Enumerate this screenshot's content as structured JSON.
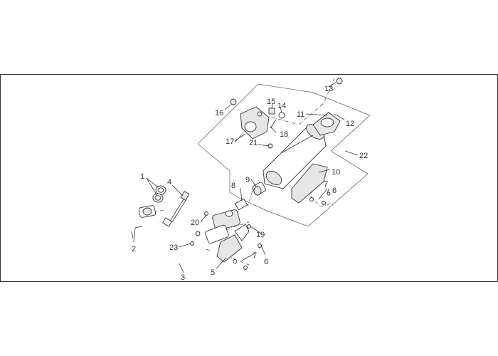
{
  "callouts": {
    "c1": "1",
    "c2": "2",
    "c3": "3",
    "c4": "4",
    "c5": "5",
    "c6a": "6",
    "c6b": "6",
    "c7a": "7",
    "c7b": "7",
    "c8": "8",
    "c9": "9",
    "c10": "10",
    "c11": "11",
    "c12": "12",
    "c13": "13",
    "c14": "14",
    "c15": "15",
    "c16": "16",
    "c17": "17",
    "c18": "18",
    "c19": "19",
    "c20": "20",
    "c21": "21",
    "c22": "22",
    "c23": "23"
  },
  "colors": {
    "line": "#333333",
    "background": "#ffffff"
  }
}
